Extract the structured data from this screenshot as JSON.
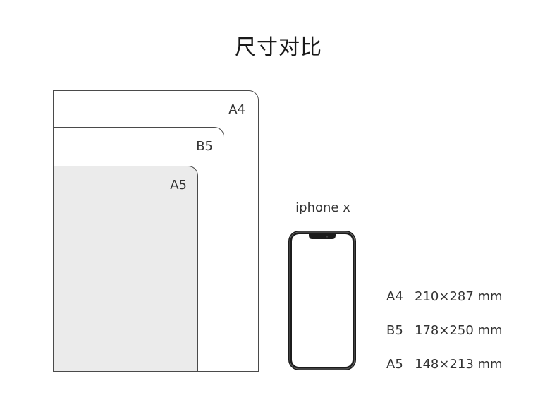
{
  "title": "尺寸对比",
  "sheets": [
    {
      "label": "A4"
    },
    {
      "label": "B5"
    },
    {
      "label": "A5"
    }
  ],
  "phone": {
    "label": "iphone x"
  },
  "sizes": [
    {
      "name": "A4",
      "dims": "210×287 mm"
    },
    {
      "name": "B5",
      "dims": "178×250 mm"
    },
    {
      "name": "A5",
      "dims": "148×213 mm"
    }
  ],
  "colors": {
    "outline": "#4a4a4a",
    "a5_fill": "#ebebeb",
    "phone_frame": "#1c1c1c"
  }
}
